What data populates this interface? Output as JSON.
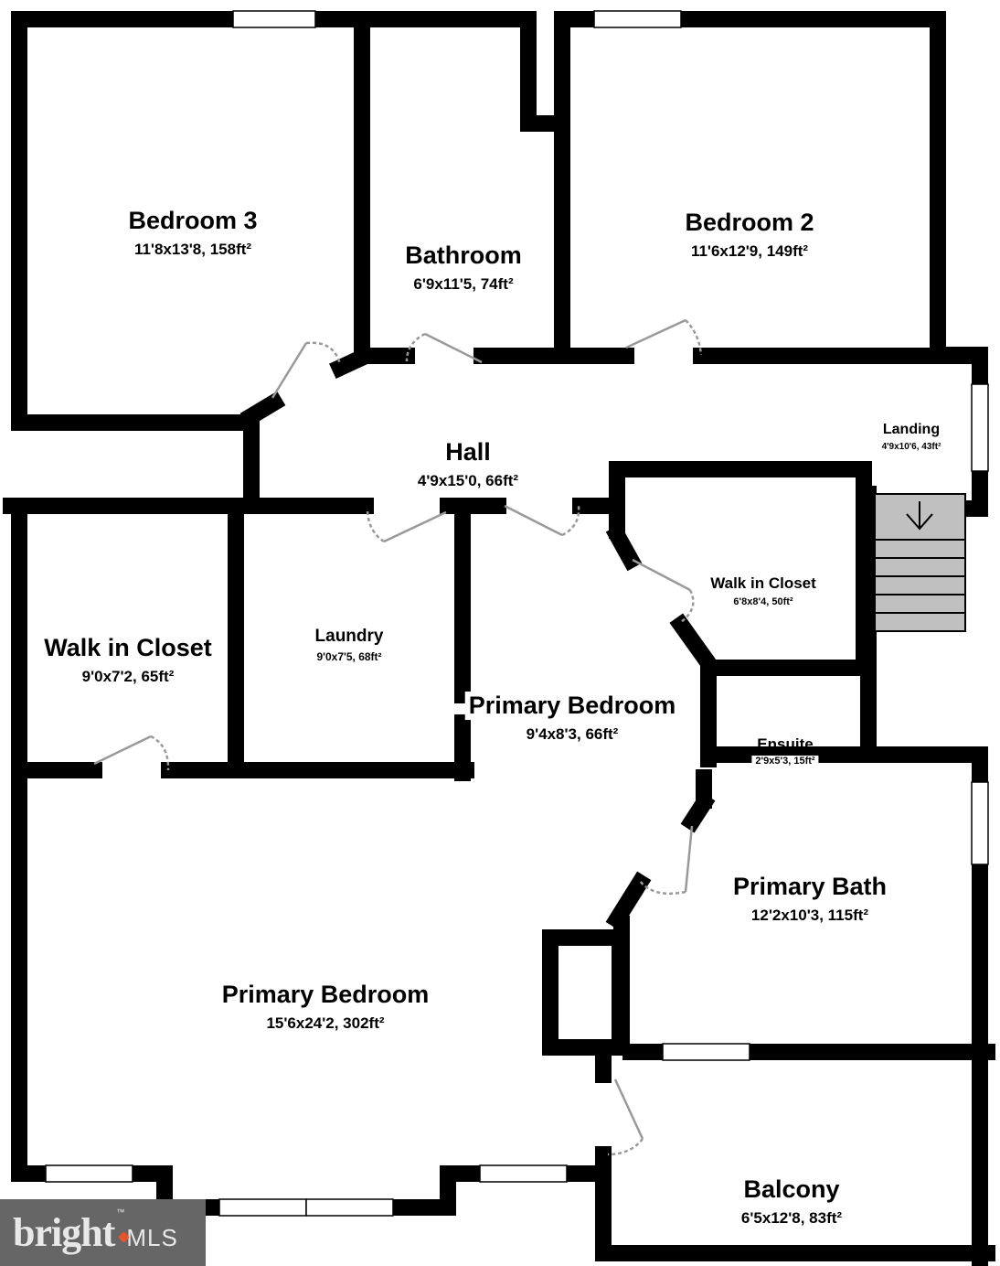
{
  "rooms": {
    "bedroom3": {
      "name": "Bedroom 3",
      "dims": "11'8x13'8, 158ft²"
    },
    "bathroom": {
      "name": "Bathroom",
      "dims": "6'9x11'5, 74ft²"
    },
    "bedroom2": {
      "name": "Bedroom 2",
      "dims": "11'6x12'9, 149ft²"
    },
    "landing": {
      "name": "Landing",
      "dims": "4'9x10'6, 43ft²"
    },
    "hall": {
      "name": "Hall",
      "dims": "4'9x15'0, 66ft²"
    },
    "walk_in_closet_left": {
      "name": "Walk in Closet",
      "dims": "9'0x7'2, 65ft²"
    },
    "laundry": {
      "name": "Laundry",
      "dims": "9'0x7'5, 68ft²"
    },
    "walk_in_closet_right": {
      "name": "Walk in Closet",
      "dims": "6'8x8'4, 50ft²"
    },
    "primary_bedroom_upper": {
      "name": "Primary Bedroom",
      "dims": "9'4x8'3, 66ft²"
    },
    "ensuite": {
      "name": "Ensuite",
      "dims": "2'9x5'3, 15ft²"
    },
    "primary_bath": {
      "name": "Primary Bath",
      "dims": "12'2x10'3, 115ft²"
    },
    "primary_bedroom_main": {
      "name": "Primary Bedroom",
      "dims": "15'6x24'2, 302ft²"
    },
    "balcony": {
      "name": "Balcony",
      "dims": "6'5x12'8, 83ft²"
    }
  },
  "stairs": {
    "direction": "down",
    "icon": "arrow-down-icon"
  },
  "colors": {
    "wall": "#000000",
    "door": "#999999",
    "stairs": "#c0c0c0",
    "logo_bg": "#666666",
    "logo_accent": "#e5542b"
  },
  "logo": {
    "brand": "bright",
    "suffix": "MLS",
    "tm": "™"
  }
}
